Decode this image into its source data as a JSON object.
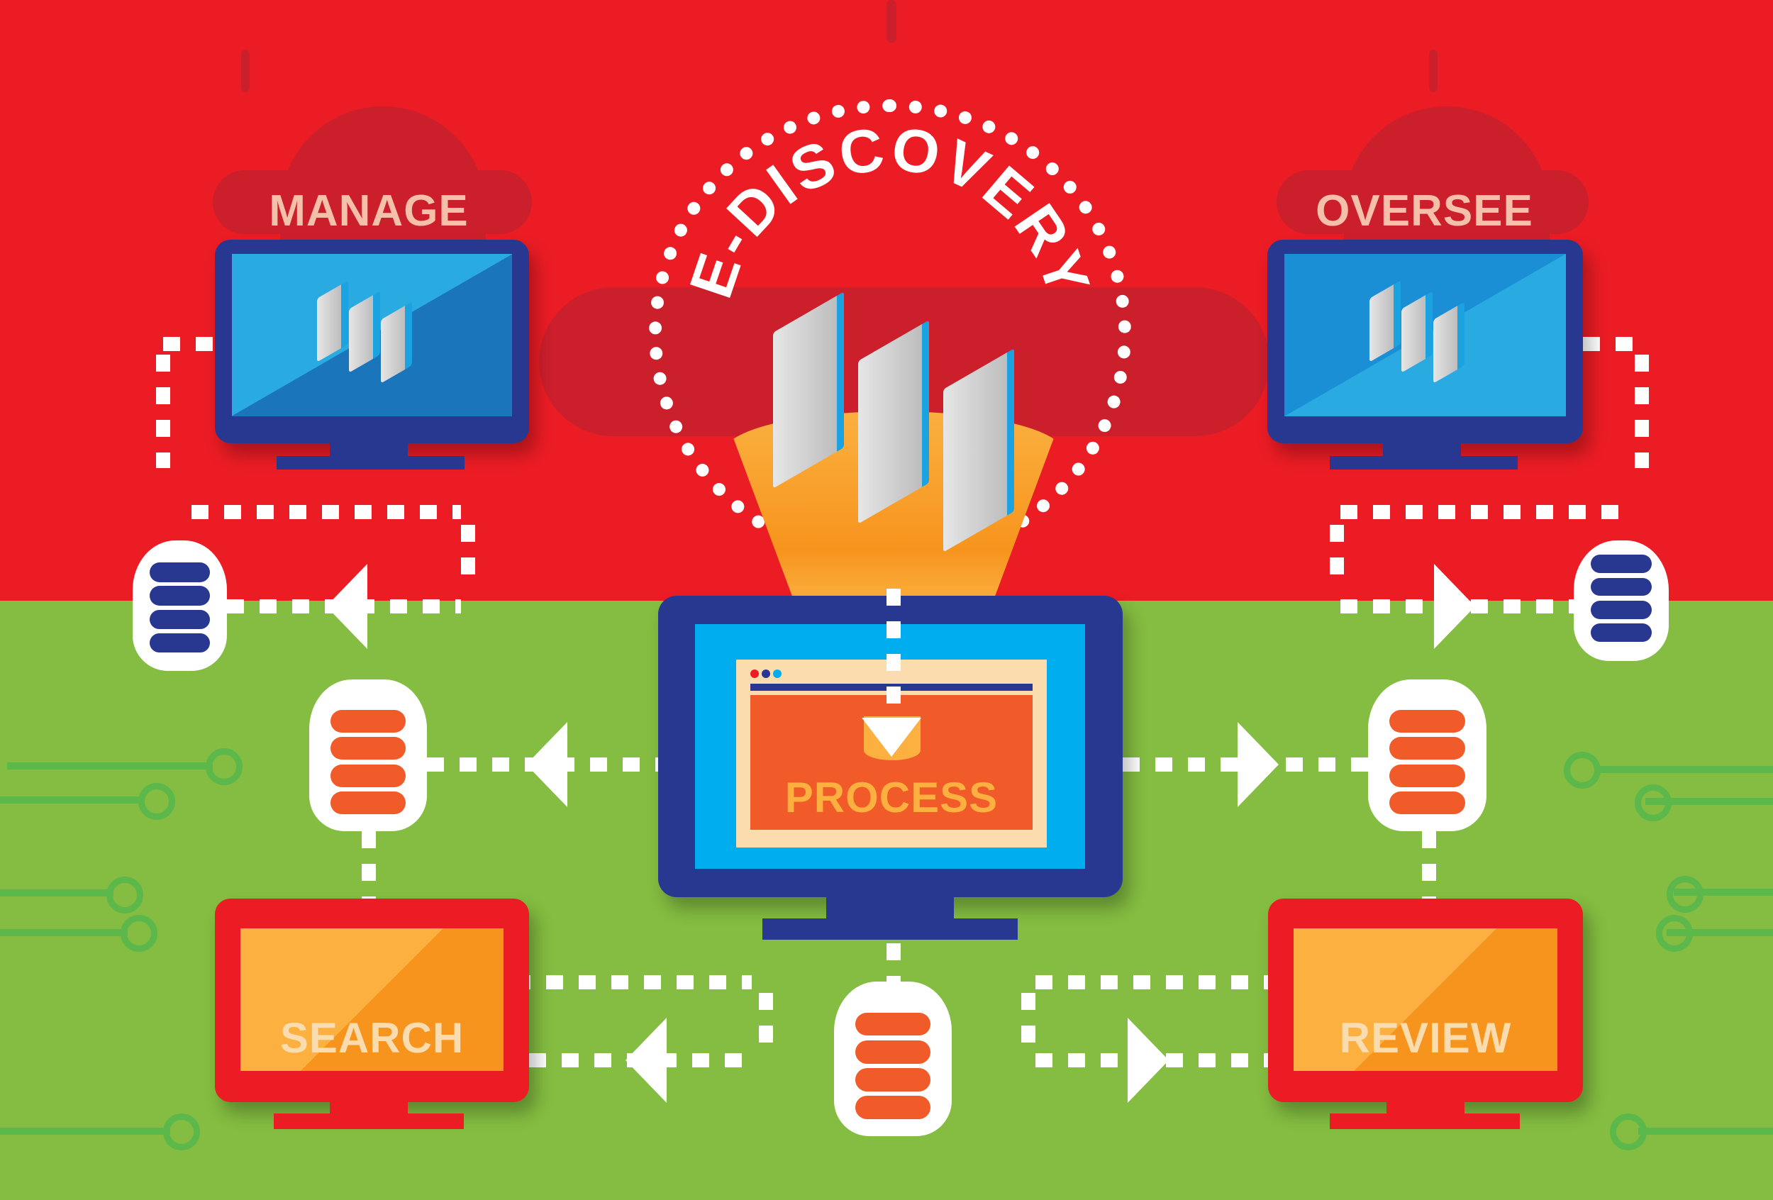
{
  "title": "E-DISCOVERY",
  "center": {
    "label": "PROCESS",
    "window_dots": [
      "#ec1c24",
      "#283891",
      "#00aeef"
    ]
  },
  "nodes": {
    "manage": {
      "label": "MANAGE"
    },
    "oversee": {
      "label": "OVERSEE"
    },
    "search": {
      "label": "SEARCH"
    },
    "review": {
      "label": "REVIEW"
    }
  },
  "icons": {
    "database": "database-icon",
    "folder": "folder-stack-icon",
    "funnel": "funnel-icon",
    "arrow": "arrow-icon",
    "monitor": "monitor-icon"
  },
  "colors": {
    "top_background": "#ec1c24",
    "bottom_background": "#84bd41",
    "monitor_blue": "#283891",
    "screen_blue": "#1fa7e1",
    "monitor_red": "#ec1c24",
    "screen_orange": "#fbb040",
    "funnel_orange": "#f7941d",
    "process_card": "#f15a29",
    "process_text": "#fbb040",
    "label_pink": "#f4c0aa",
    "db_orange": "#f15a29",
    "db_blue": "#283891"
  }
}
